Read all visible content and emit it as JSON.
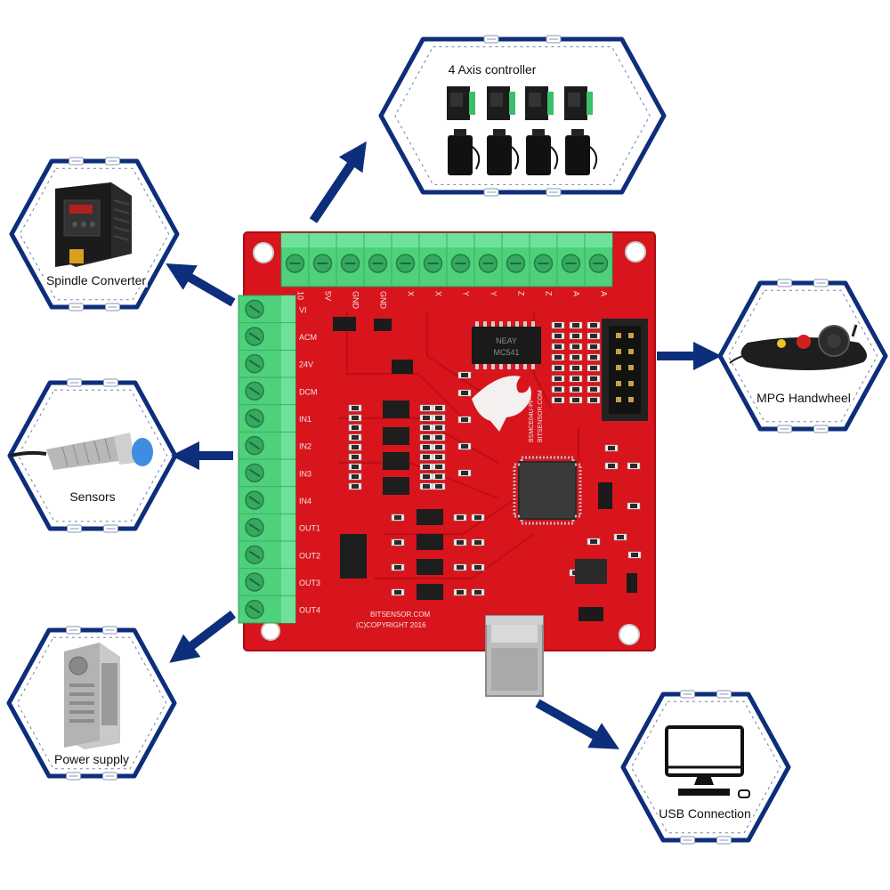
{
  "modules": {
    "axis_controller": {
      "label": "4 Axis controller"
    },
    "spindle": {
      "label": "Spindle Converter"
    },
    "mpg": {
      "label": "MPG Handwheel"
    },
    "sensors": {
      "label": "Sensors"
    },
    "power": {
      "label": "Power supply"
    },
    "usb": {
      "label": "USB Connection"
    }
  },
  "board": {
    "top_pins": [
      "10",
      "5V",
      "GND",
      "GND",
      "X",
      "X",
      "Y",
      "Y",
      "Z",
      "Z",
      "A",
      "A"
    ],
    "left_pins": [
      "VI",
      "ACM",
      "24V",
      "DCM",
      "IN1",
      "IN2",
      "IN3",
      "IN4",
      "OUT1",
      "OUT2",
      "OUT3",
      "OUT4"
    ],
    "chip_text": [
      "NEAY",
      "MC541"
    ],
    "site": "BITSENSOR.COM",
    "copyright": "(C)COPYRIGHT 2016",
    "side_text": [
      "BSMCE04U-PP",
      "BITSENSOR.COM"
    ]
  },
  "colors": {
    "frame": "#0d2e7a",
    "arrow": "#0d2e7a",
    "pcb": "#d8141c",
    "terminal": "#4fd17c"
  }
}
